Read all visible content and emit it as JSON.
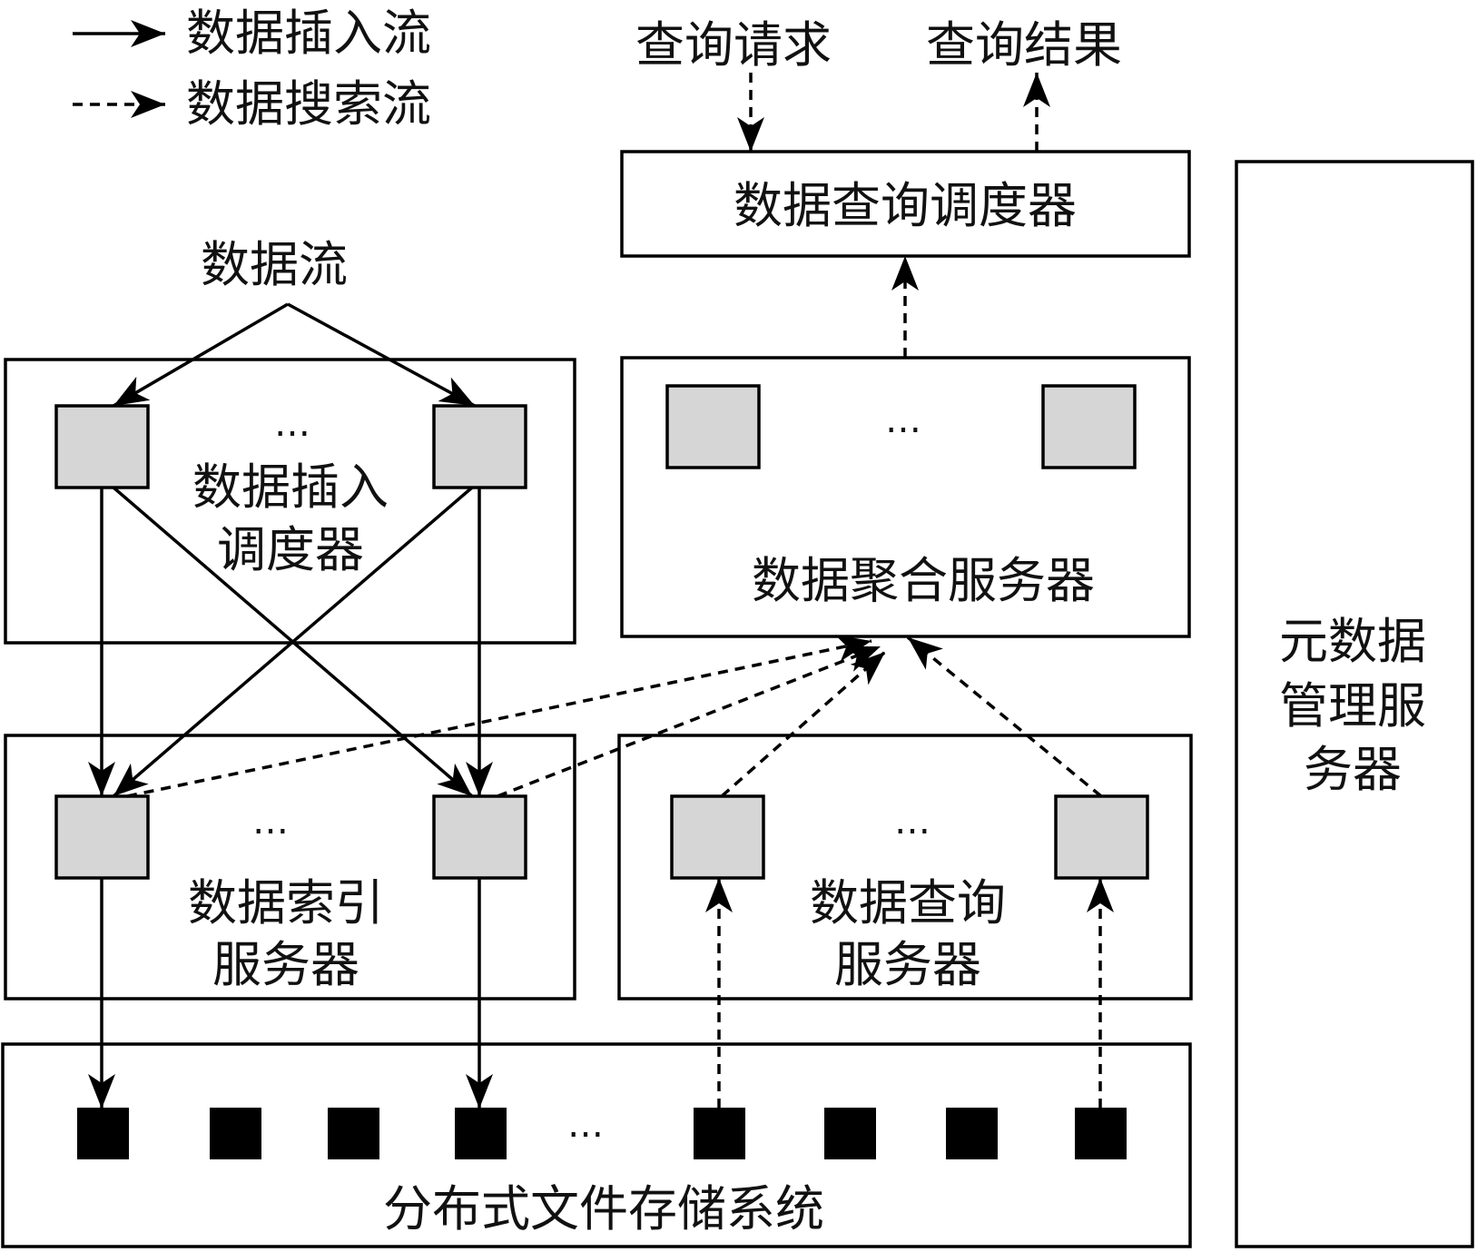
{
  "legend": {
    "insert_flow": "数据插入流",
    "search_flow": "数据搜索流"
  },
  "top": {
    "query_request": "查询请求",
    "query_result": "查询结果",
    "data_stream": "数据流"
  },
  "components": {
    "query_scheduler": "数据查询调度器",
    "insert_scheduler_line1": "数据插入",
    "insert_scheduler_line2": "调度器",
    "aggregation_server": "数据聚合服务器",
    "index_server_line1": "数据索引",
    "index_server_line2": "服务器",
    "query_server_line1": "数据查询",
    "query_server_line2": "服务器",
    "dfs": "分布式文件存储系统",
    "metadata_line1": "元数据",
    "metadata_line2": "管理服",
    "metadata_line3": "务器"
  },
  "ellipsis": "…"
}
